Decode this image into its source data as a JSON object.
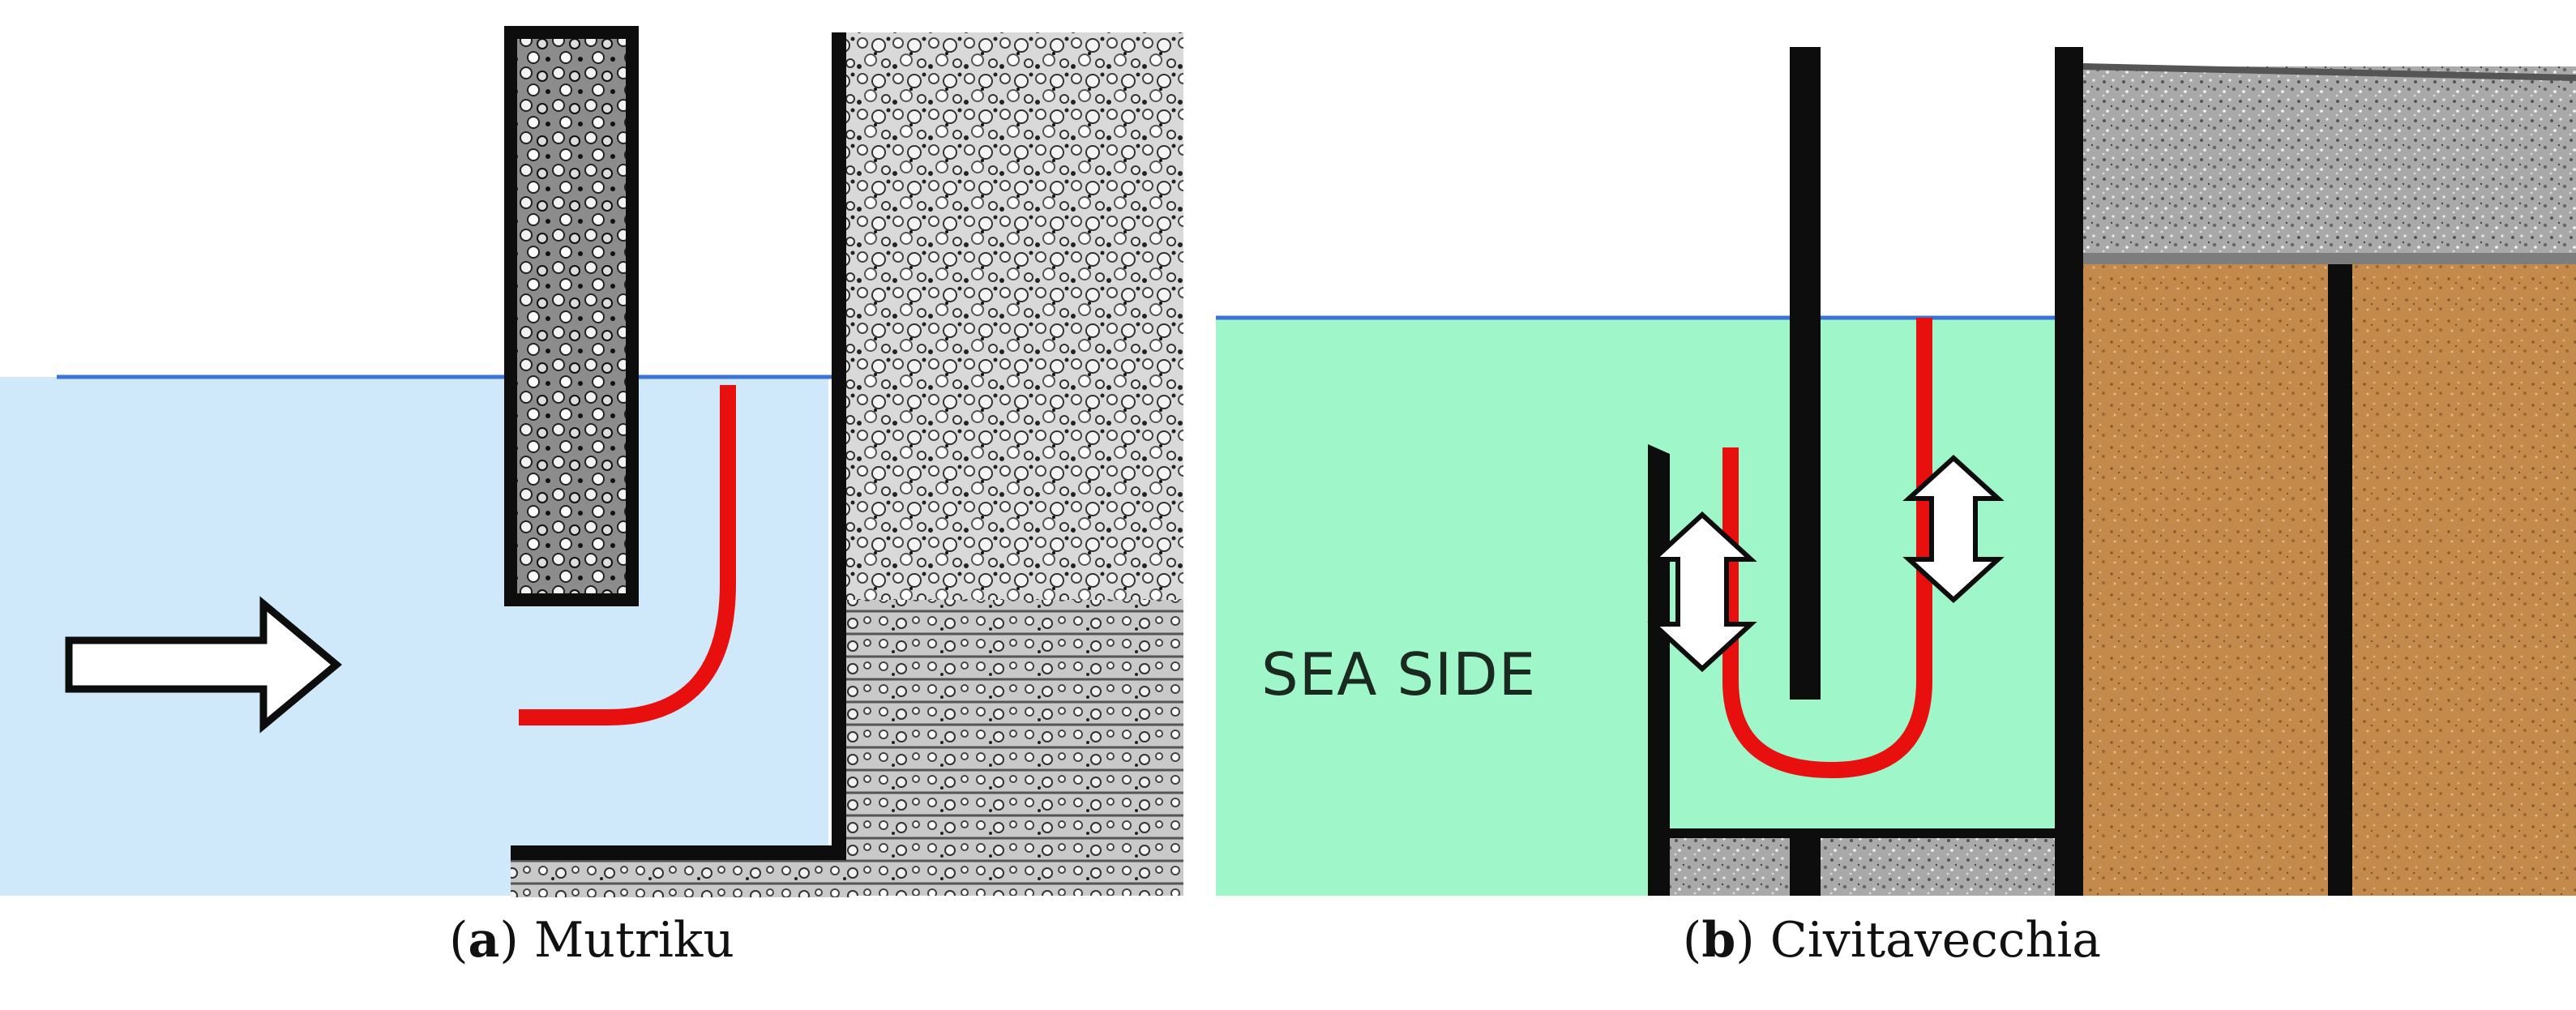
{
  "panels": [
    {
      "letter": "a",
      "name": "Mutriku"
    },
    {
      "letter": "b",
      "name": "Civitavecchia",
      "sea_label": "SEA SIDE"
    }
  ],
  "colors": {
    "water_a": "#cfe9fb",
    "water_b": "#9ff6c9",
    "water_line": "#3b73d6",
    "flow_path": "#e80f0f",
    "wall": "#0d0d0d",
    "concrete": "#9a9a9a",
    "soil": "#c38a4c"
  },
  "icons": [
    "wave-direction-arrow-icon",
    "oscillation-double-arrow-icon"
  ]
}
